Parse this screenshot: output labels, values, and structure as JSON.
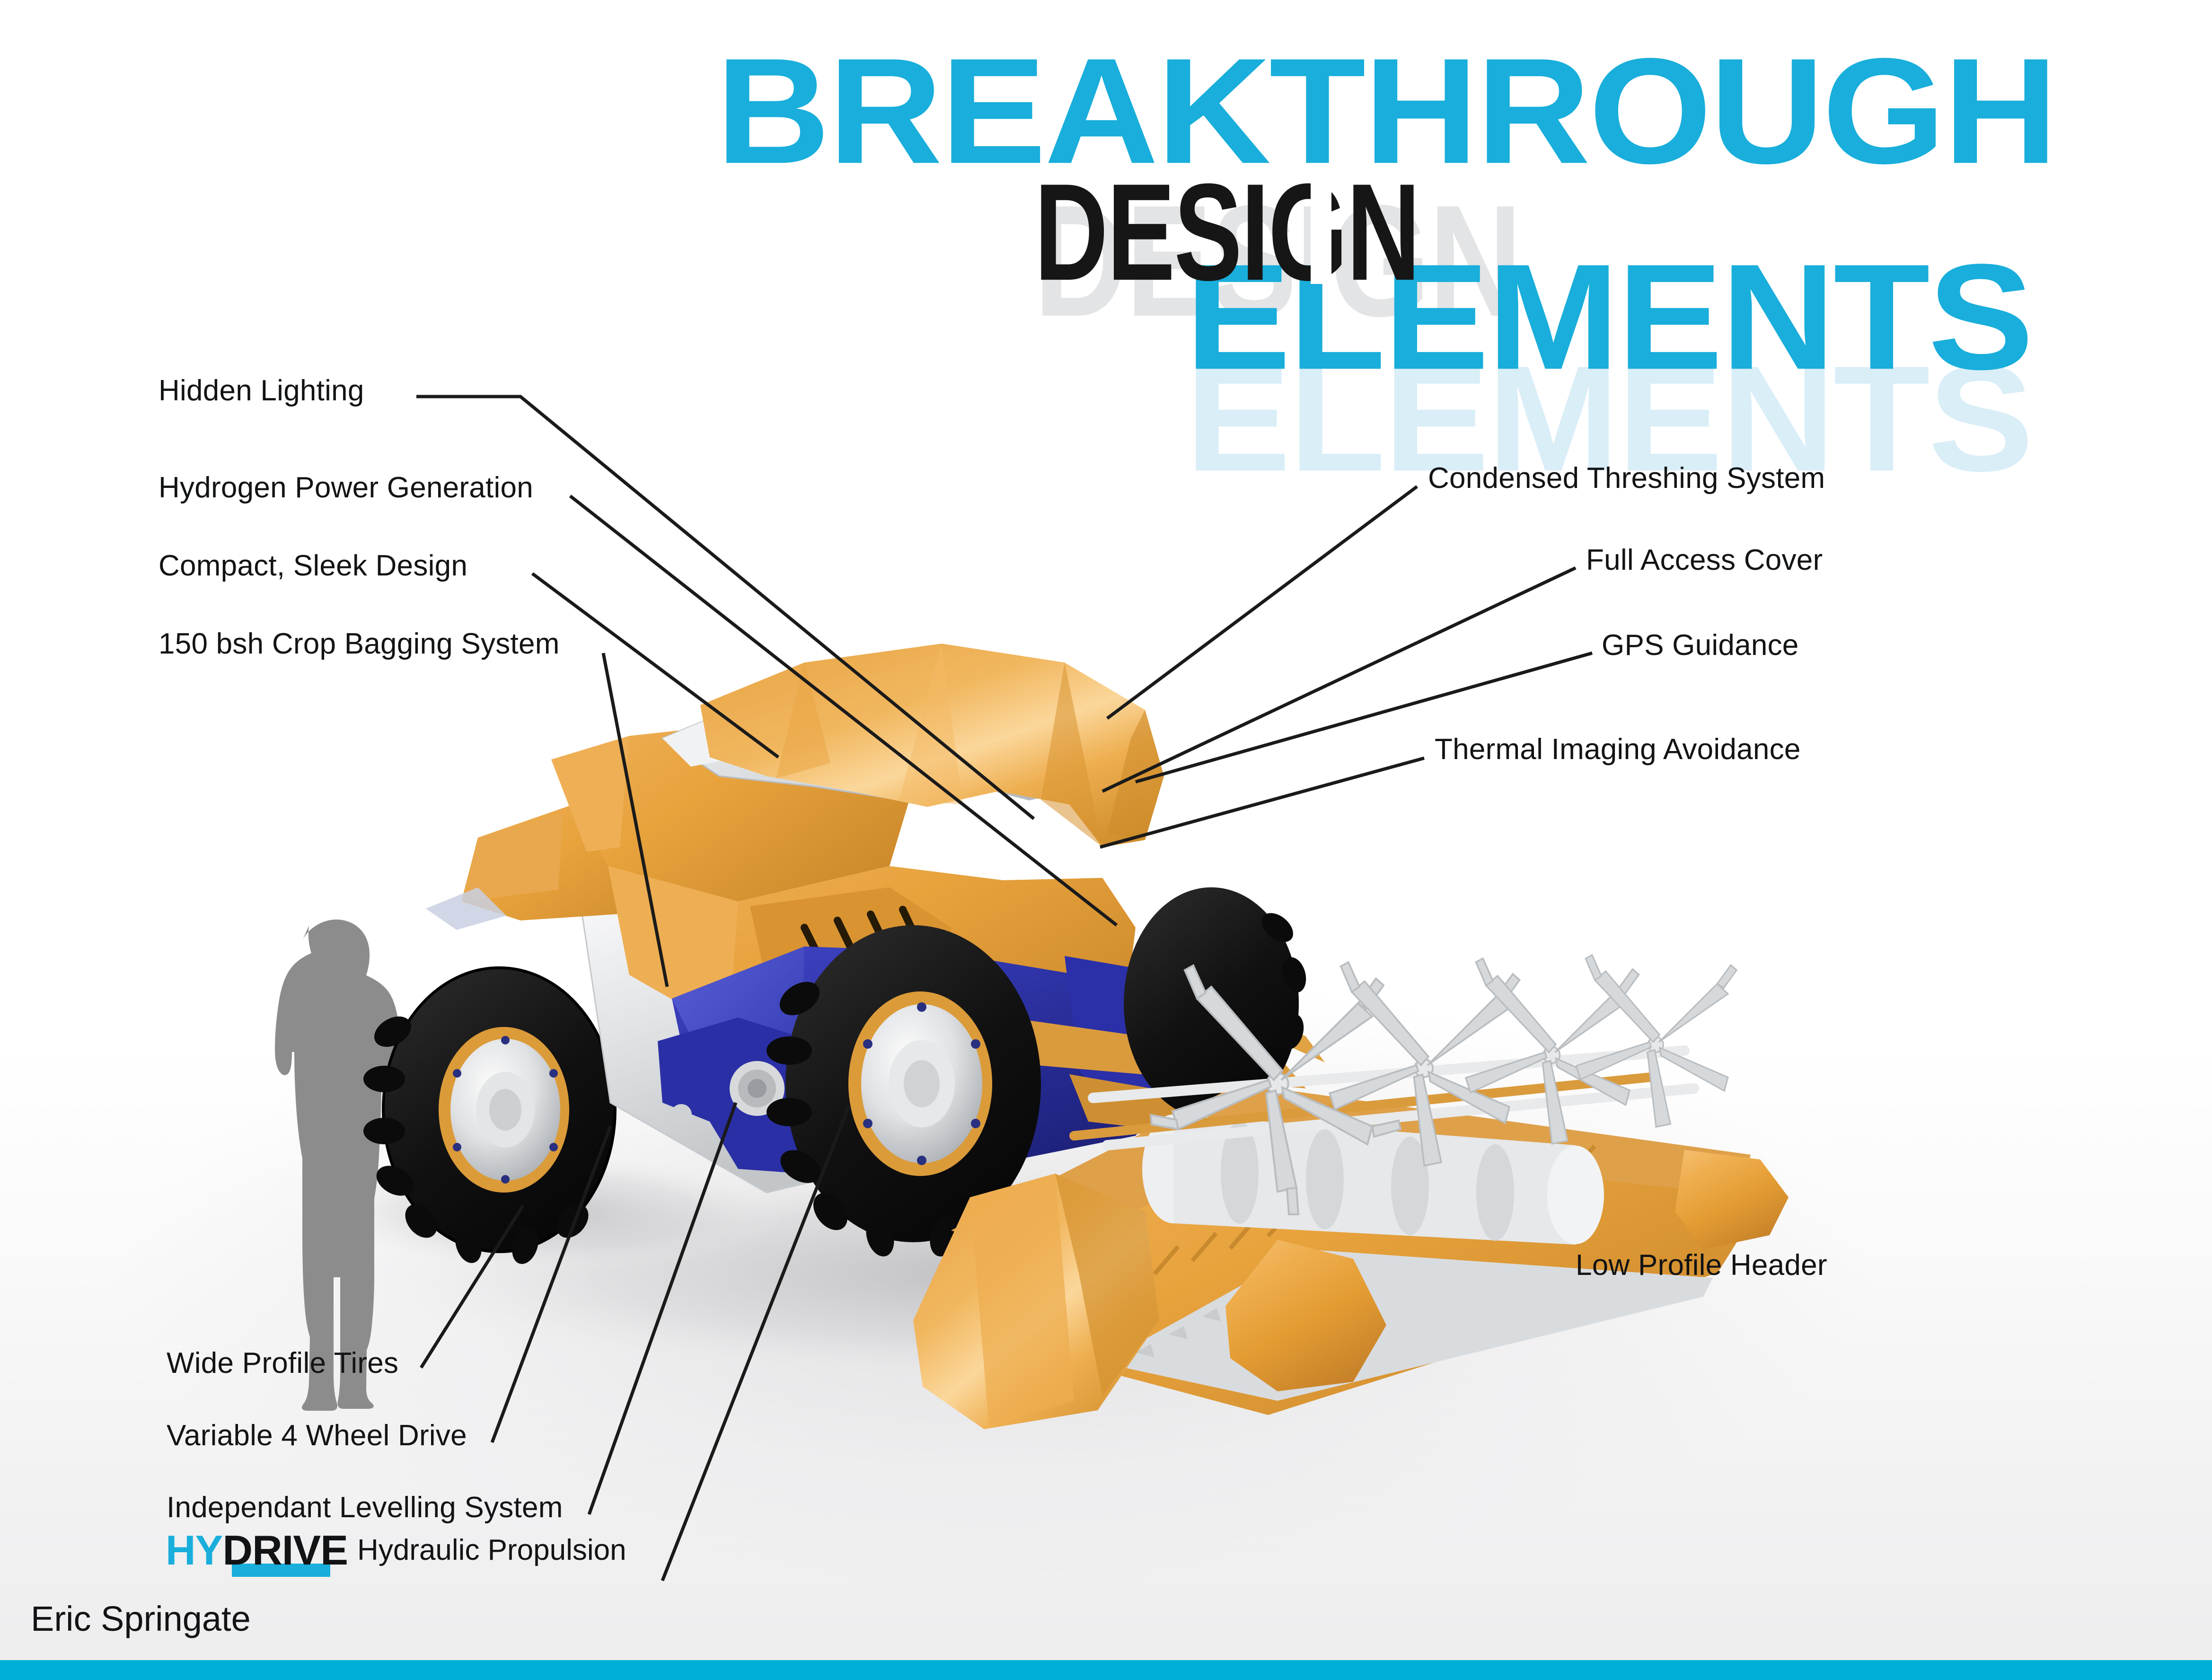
{
  "title": {
    "line1": "BREAKTHROUGH",
    "line2": "ELEMENTS",
    "overlay": "DESIGN",
    "overlay_ghost": "DESIGN",
    "line2_reflect": "ELEMENTS"
  },
  "colors": {
    "accent_cyan": "#19AEDB",
    "footer_cyan": "#00AFD7",
    "text_black": "#111315",
    "ghost_gray": "#e3e4e5",
    "reflect_blue": "#d9eef7",
    "machine_orange": "#E8A33D",
    "machine_orange_light": "#F0B45C",
    "machine_orange_dark": "#C9862A",
    "machine_blue": "#2B2FA0",
    "machine_silver": "#D8DADC",
    "tire_black": "#1a1a1a",
    "silhouette_gray": "#8C8C8C"
  },
  "labels_left": [
    {
      "id": "hidden-lighting",
      "text": "Hidden Lighting"
    },
    {
      "id": "hydrogen-power",
      "text": "Hydrogen Power Generation"
    },
    {
      "id": "compact-sleek",
      "text": "Compact, Sleek Design"
    },
    {
      "id": "crop-bagging",
      "text": "150 bsh Crop Bagging System"
    }
  ],
  "labels_right": [
    {
      "id": "condensed-threshing",
      "text": "Condensed Threshing System"
    },
    {
      "id": "full-access-cover",
      "text": "Full Access Cover"
    },
    {
      "id": "gps-guidance",
      "text": "GPS Guidance"
    },
    {
      "id": "thermal-imaging",
      "text": "Thermal Imaging Avoidance"
    }
  ],
  "labels_bottom": [
    {
      "id": "wide-profile-tires",
      "text": "Wide Profile Tires"
    },
    {
      "id": "variable-4wd",
      "text": "Variable 4 Wheel Drive"
    },
    {
      "id": "independant-level",
      "text": "Independant Levelling System"
    }
  ],
  "labels_misc": [
    {
      "id": "low-profile-header",
      "text": "Low Profile Header"
    }
  ],
  "hydrive": {
    "logo_prefix": "HY",
    "logo_suffix": "DRIVE",
    "caption": "Hydraulic Propulsion"
  },
  "author": {
    "name": "Eric Springate"
  }
}
